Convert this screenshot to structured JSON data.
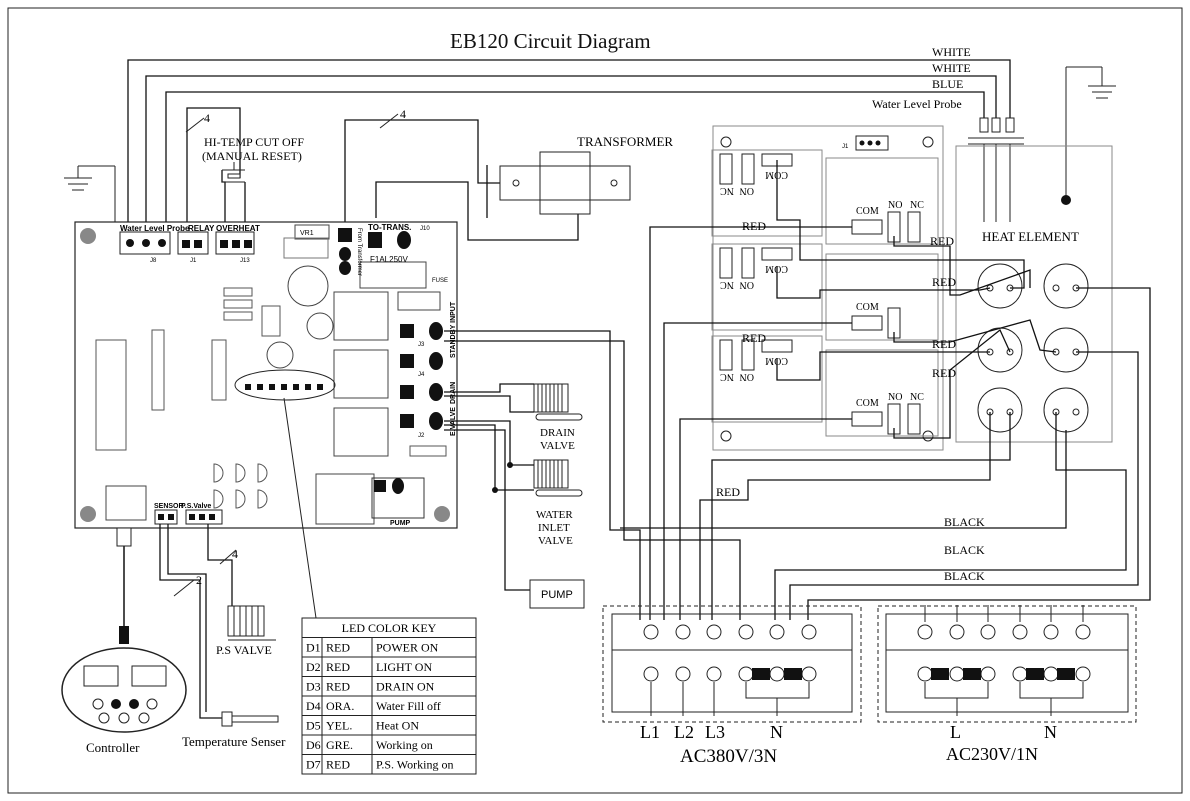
{
  "title": "EB120 Circuit Diagram",
  "wire_labels": {
    "white_1": "WHITE",
    "white_2": "WHITE",
    "blue": "BLUE",
    "red": "RED",
    "black": "BLACK",
    "water_level_probe": "Water Level Probe",
    "bundle_4": "4",
    "bundle_2": "2"
  },
  "components": {
    "hi_temp_cutoff": "HI-TEMP CUT OFF",
    "hi_temp_reset": "(MANUAL RESET)",
    "transformer": "TRANSFORMER",
    "heat_element": "HEAT ELEMENT",
    "drain_valve_1": "DRAIN",
    "drain_valve_2": "VALVE",
    "water_inlet_1": "WATER",
    "water_inlet_2": "INLET",
    "water_inlet_3": "VALVE",
    "pump": "PUMP",
    "ps_valve": "P.S VALVE",
    "controller": "Controller",
    "temperature_sensor": "Temperature Senser"
  },
  "pcb_labels": {
    "water_level": "Water Level Probe",
    "relay": "RELAY",
    "overheat": "OVERHEAT",
    "to_trans": "TO-TRANS.",
    "from_transformer": "From Transformer",
    "fuse_rating": "F1AL250V",
    "fuse": "FUSE",
    "input": "STANDBY INPUT",
    "drain": "DRAIN",
    "evalve": "E.VALVE",
    "pump": "PUMP",
    "sensor": "SENSOR",
    "ps_valve": "P.S.Valve",
    "vr1": "VR1",
    "j1": "J1",
    "j2": "J2",
    "j3": "J3",
    "j4": "J4",
    "j8": "J8",
    "j10": "J10",
    "j13": "J13"
  },
  "relay_labels": {
    "nc": "NC",
    "on": "ON",
    "com": "COM",
    "no": "NO",
    "j1": "J1"
  },
  "terminals": {
    "l1": "L1",
    "l2": "L2",
    "l3": "L3",
    "n380": "N",
    "l": "L",
    "n230": "N",
    "ac380": "AC380V/3N",
    "ac230": "AC230V/1N"
  },
  "led_key": {
    "title": "LED COLOR KEY",
    "rows": [
      [
        "D1",
        "RED",
        "POWER ON"
      ],
      [
        "D2",
        "RED",
        "LIGHT ON"
      ],
      [
        "D3",
        "RED",
        "DRAIN ON"
      ],
      [
        "D4",
        "ORA.",
        "Water Fill off"
      ],
      [
        "D5",
        "YEL.",
        "Heat ON"
      ],
      [
        "D6",
        "GRE.",
        "Working on"
      ],
      [
        "D7",
        "RED",
        "P.S. Working on"
      ]
    ]
  }
}
